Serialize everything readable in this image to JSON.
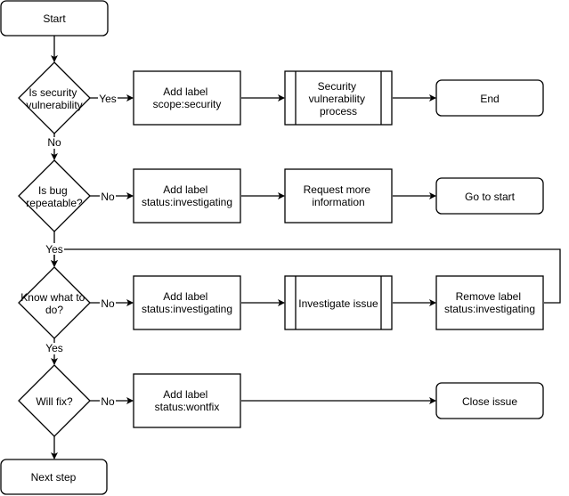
{
  "nodes": {
    "start": {
      "lines": [
        "Start"
      ]
    },
    "q_security": {
      "lines": [
        "Is security",
        "vulnerability"
      ]
    },
    "add_security": {
      "lines": [
        "Add label",
        "scope:security"
      ]
    },
    "security_process": {
      "lines": [
        "Security",
        "vulnerability",
        "process"
      ]
    },
    "end": {
      "lines": [
        "End"
      ]
    },
    "q_repeatable": {
      "lines": [
        "Is bug",
        "repeatable?"
      ]
    },
    "add_investigating_1": {
      "lines": [
        "Add label",
        "status:investigating"
      ]
    },
    "request_info": {
      "lines": [
        "Request more",
        "information"
      ]
    },
    "go_start": {
      "lines": [
        "Go to start"
      ]
    },
    "q_know": {
      "lines": [
        "Know what to",
        "do?"
      ]
    },
    "add_investigating_2": {
      "lines": [
        "Add label",
        "status:investigating"
      ]
    },
    "investigate": {
      "lines": [
        "Investigate issue"
      ]
    },
    "remove_label": {
      "lines": [
        "Remove label",
        "status:investigating"
      ]
    },
    "q_willfix": {
      "lines": [
        "Will fix?"
      ]
    },
    "add_wontfix": {
      "lines": [
        "Add label",
        "status:wontfix"
      ]
    },
    "close_issue": {
      "lines": [
        "Close issue"
      ]
    },
    "next_step": {
      "lines": [
        "Next step"
      ]
    }
  },
  "edge_labels": {
    "security_yes": "Yes",
    "security_no": "No",
    "repeatable_no": "No",
    "repeatable_yes": "Yes",
    "know_no": "No",
    "know_yes": "Yes",
    "willfix_no": "No"
  }
}
